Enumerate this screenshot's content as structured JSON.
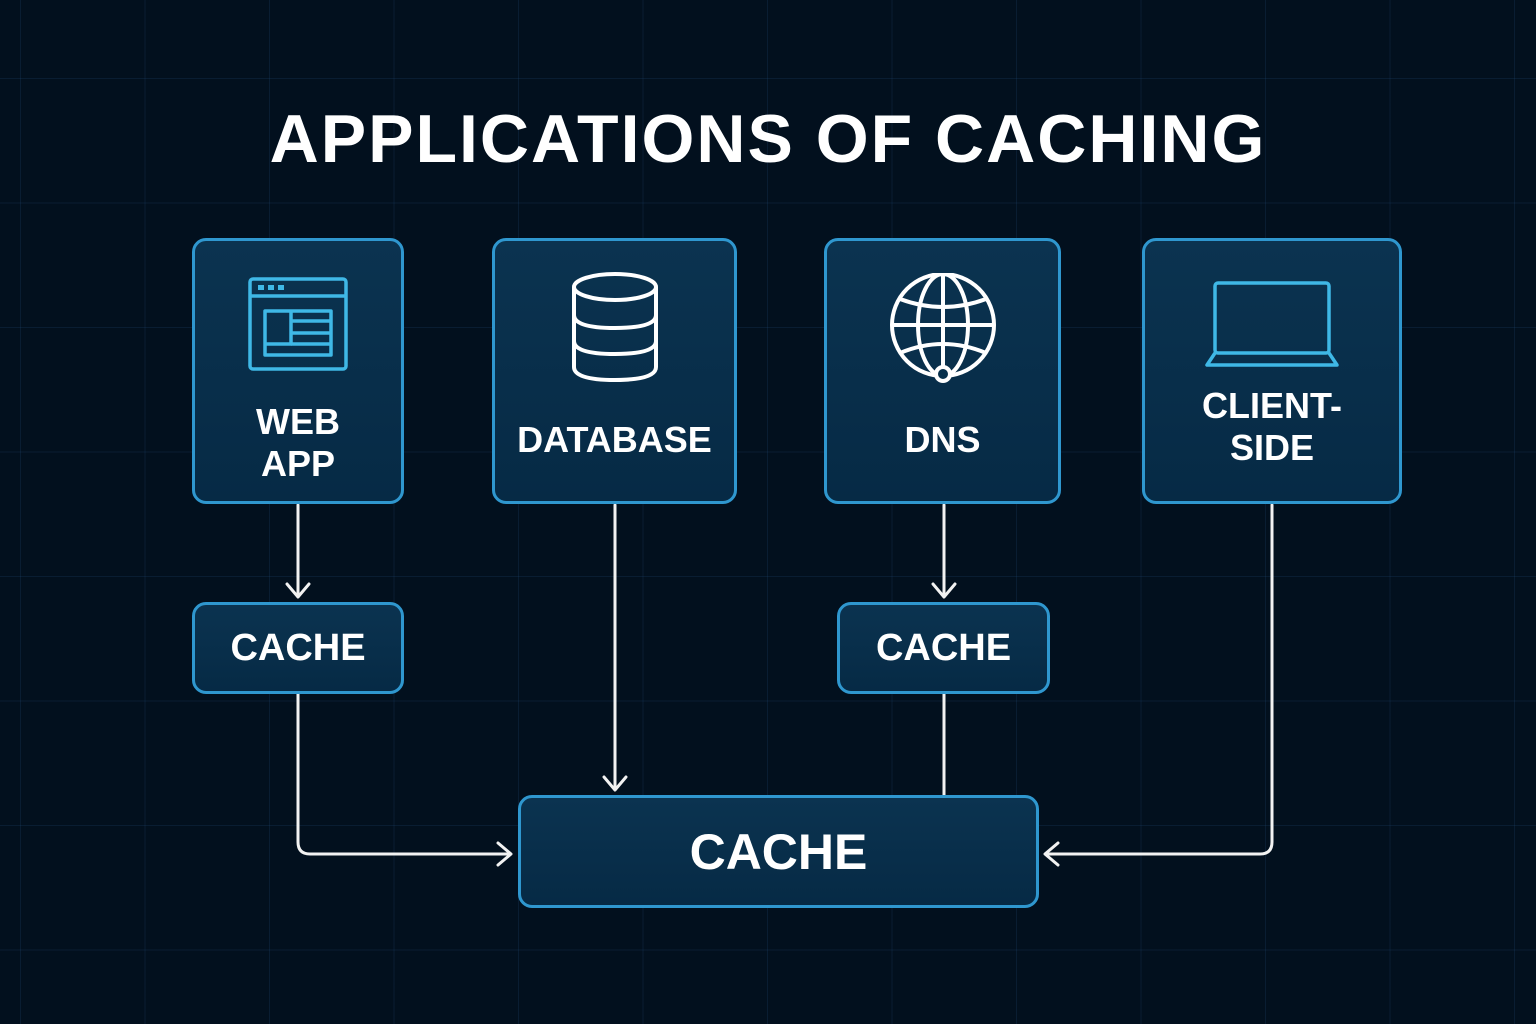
{
  "title": "APPLICATIONS OF CACHING",
  "colors": {
    "background": "#02101e",
    "box_border": "#2f97cf",
    "box_fill": "#07304c",
    "accent_icon": "#3fb8e6",
    "text": "#ffffff",
    "connector": "#f2f2f2"
  },
  "sources": [
    {
      "id": "web-app",
      "label": "WEB APP",
      "lines": [
        "WEB",
        "APP"
      ],
      "icon": "browser-window-icon"
    },
    {
      "id": "database",
      "label": "DATABASE",
      "lines": [
        "DATABASE"
      ],
      "icon": "database-icon"
    },
    {
      "id": "dns",
      "label": "DNS",
      "lines": [
        "DNS"
      ],
      "icon": "globe-icon"
    },
    {
      "id": "client-side",
      "label": "CLIENT-SIDE",
      "lines": [
        "CLIENT-",
        "SIDE"
      ],
      "icon": "laptop-icon"
    }
  ],
  "intermediate_caches": [
    {
      "id": "web-app-cache",
      "label": "CACHE",
      "from": "web-app"
    },
    {
      "id": "dns-cache",
      "label": "CACHE",
      "from": "dns"
    }
  ],
  "central_cache": {
    "label": "CACHE"
  },
  "edges": [
    {
      "from": "web-app",
      "to": "web-app-cache",
      "arrow": true
    },
    {
      "from": "web-app-cache",
      "to": "central-cache",
      "arrow": true
    },
    {
      "from": "database",
      "to": "central-cache",
      "arrow": true
    },
    {
      "from": "dns",
      "to": "dns-cache",
      "arrow": true
    },
    {
      "from": "dns-cache",
      "to": "central-cache",
      "arrow": false
    },
    {
      "from": "client-side",
      "to": "central-cache",
      "arrow": true
    }
  ]
}
